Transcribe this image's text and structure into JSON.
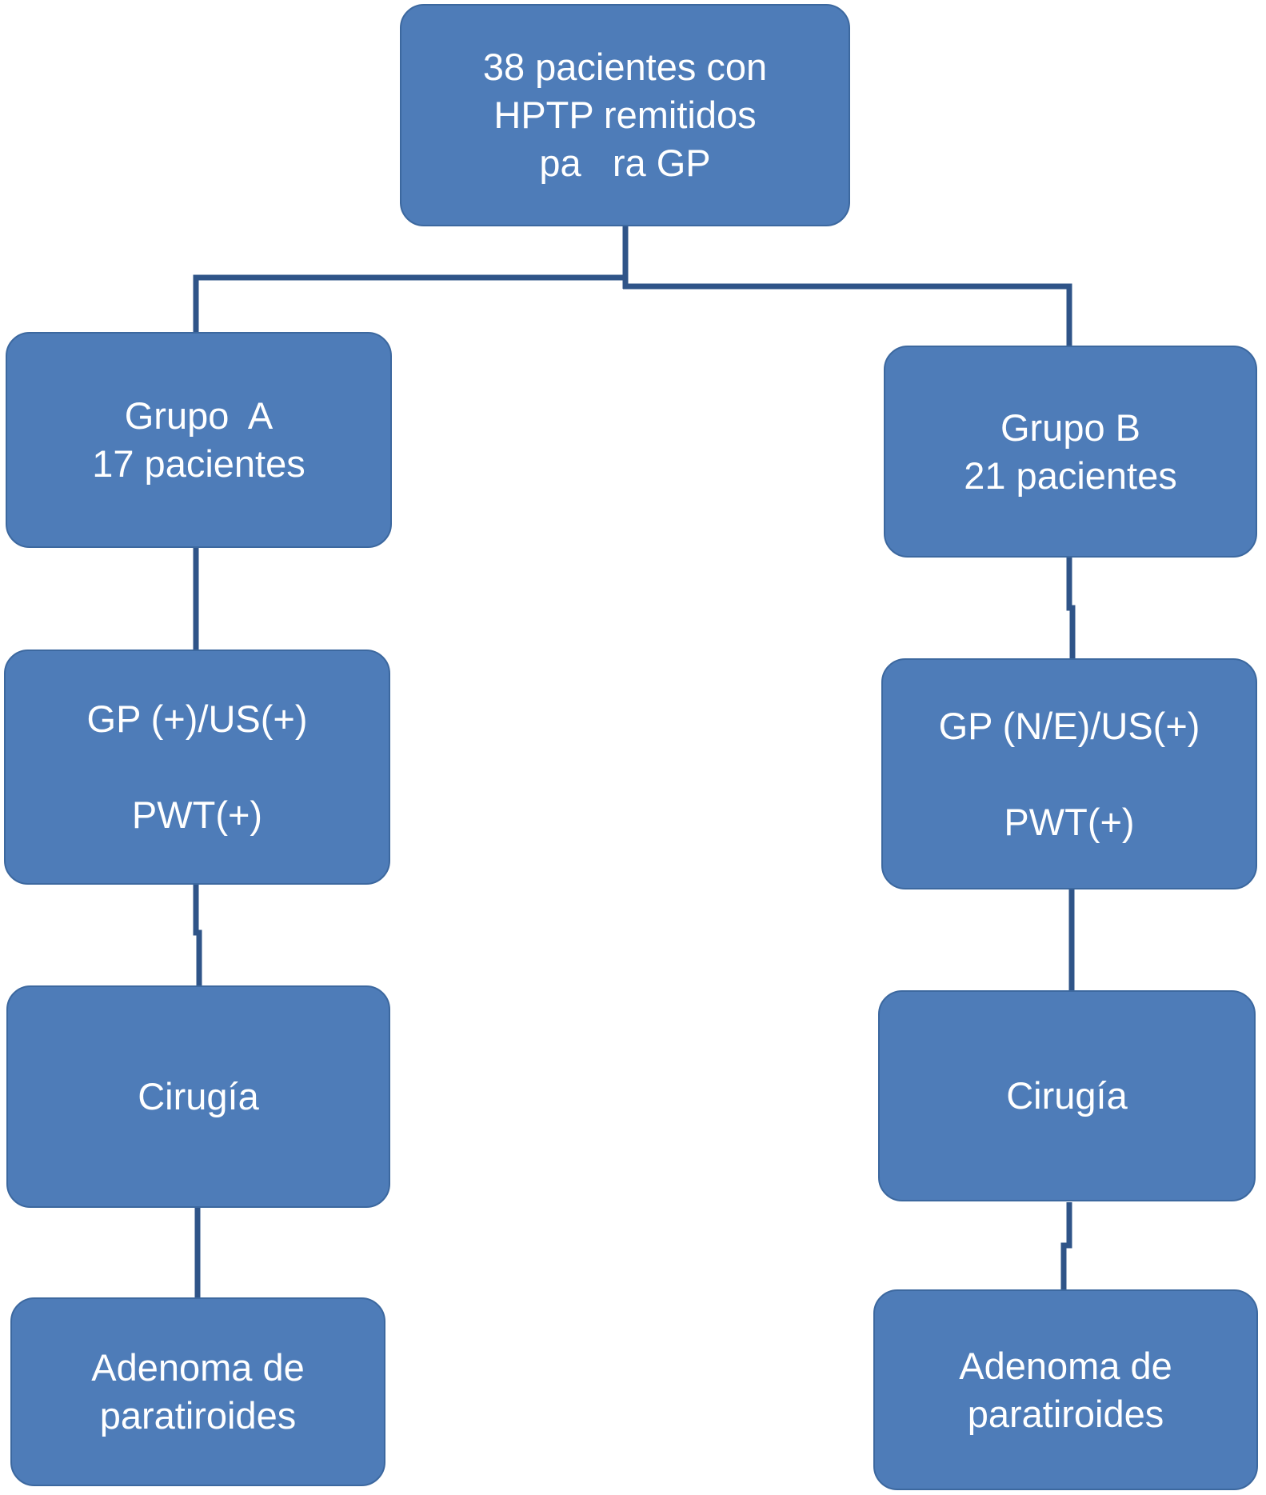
{
  "nodes": {
    "root": {
      "text": "38 pacientes con\nHPTP remitidos\npa   ra GP"
    },
    "grupo_a": {
      "text": "Grupo  A\n17 pacientes"
    },
    "grupo_a_tests": {
      "text": "GP (+)/US(+)\n\nPWT(+)"
    },
    "grupo_a_surgery": {
      "text": "Cirugía"
    },
    "grupo_a_outcome": {
      "text": "Adenoma de\nparatiroides"
    },
    "grupo_b": {
      "text": "Grupo B\n21 pacientes"
    },
    "grupo_b_tests": {
      "text": "GP (N/E)/US(+)\n\nPWT(+)"
    },
    "grupo_b_surgery": {
      "text": "Cirugía"
    },
    "grupo_b_outcome": {
      "text": "Adenoma de\nparatiroides"
    }
  },
  "colors": {
    "box_fill": "#4e7cb8",
    "box_border": "#3c689f",
    "connector": "#2f5488",
    "text": "#ffffff"
  }
}
